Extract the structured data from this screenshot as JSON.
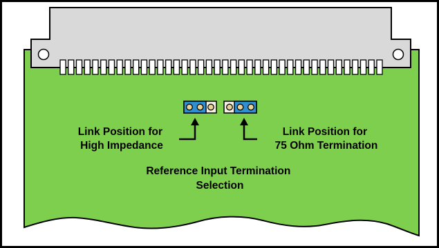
{
  "labels": {
    "high_impedance": [
      "Link Position for",
      "High Impedance"
    ],
    "termination_75": [
      "Link Position for",
      "75 Ohm Termination"
    ],
    "caption": [
      "Reference Input Termination",
      "Selection"
    ]
  },
  "colors": {
    "board": "#7fcf4f",
    "connector": "#d9d9d9",
    "jumper_link": "#2f8fd0",
    "pin": "#e7d29a",
    "outline": "#000000",
    "frame_bg": "#ffffff"
  },
  "connector": {
    "contact_count": 40
  },
  "jumpers": [
    {
      "name": "high-impedance-jumper",
      "pins": 3,
      "link_span": "pins-1-2"
    },
    {
      "name": "75-ohm-jumper",
      "pins": 3,
      "link_span": "pins-2-3"
    }
  ]
}
